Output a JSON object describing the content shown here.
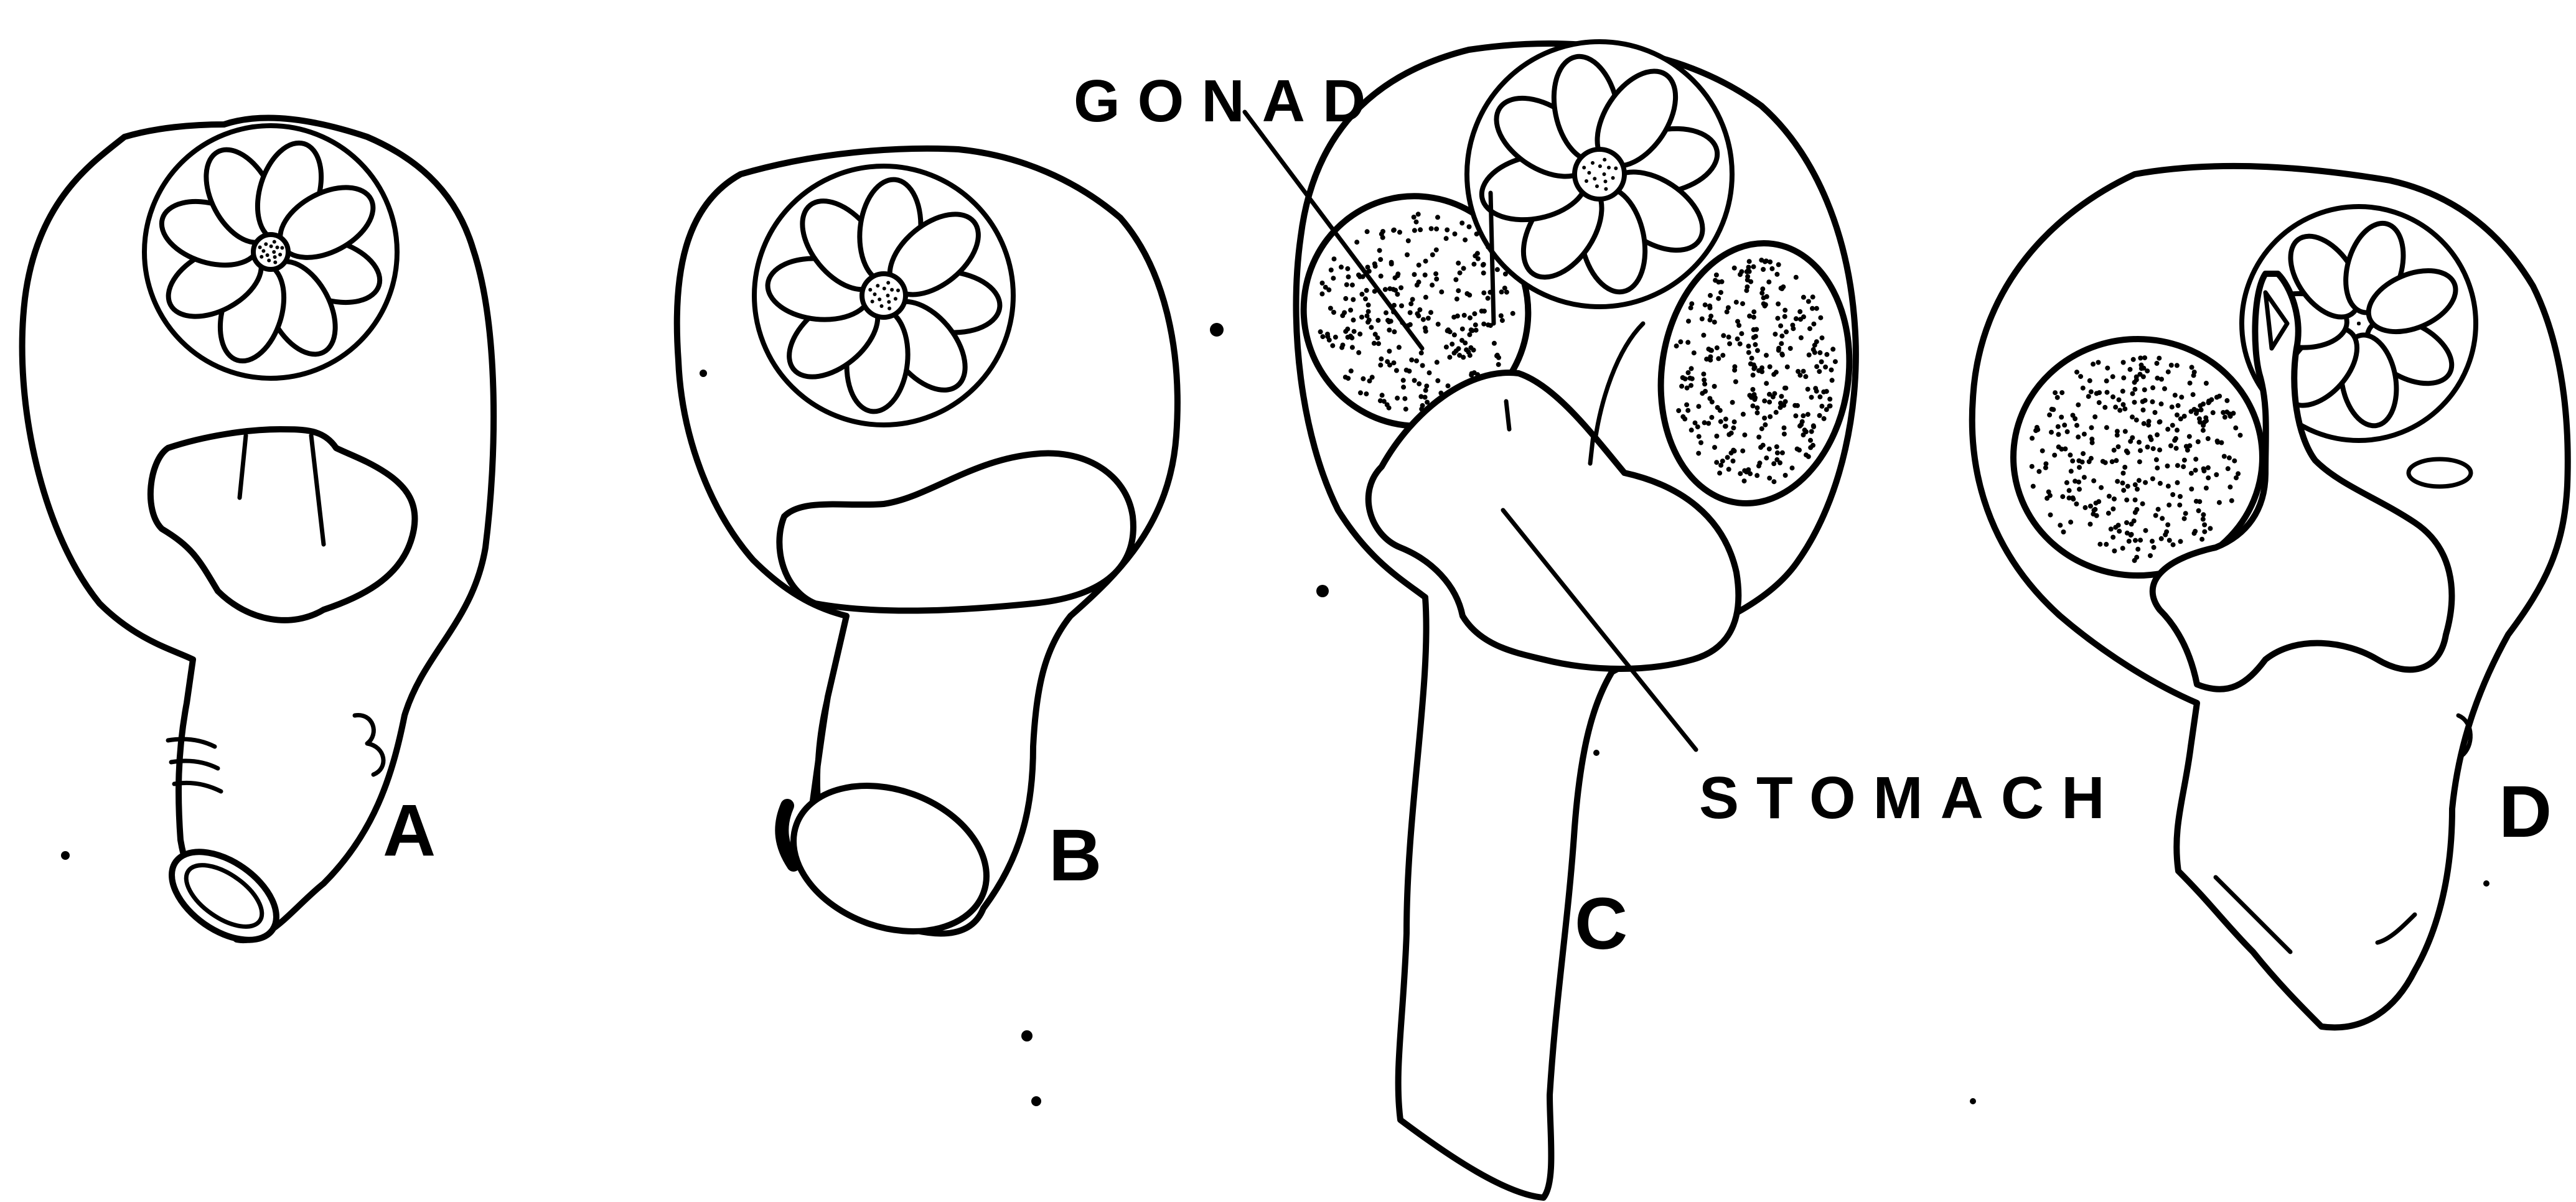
{
  "figure": {
    "panel_labels": [
      "A",
      "B",
      "C",
      "D"
    ],
    "callouts": {
      "gonad": "GONAD",
      "stomach": "STOMACH"
    },
    "colors": {
      "ink": "#000000",
      "paper": "#ffffff"
    }
  }
}
